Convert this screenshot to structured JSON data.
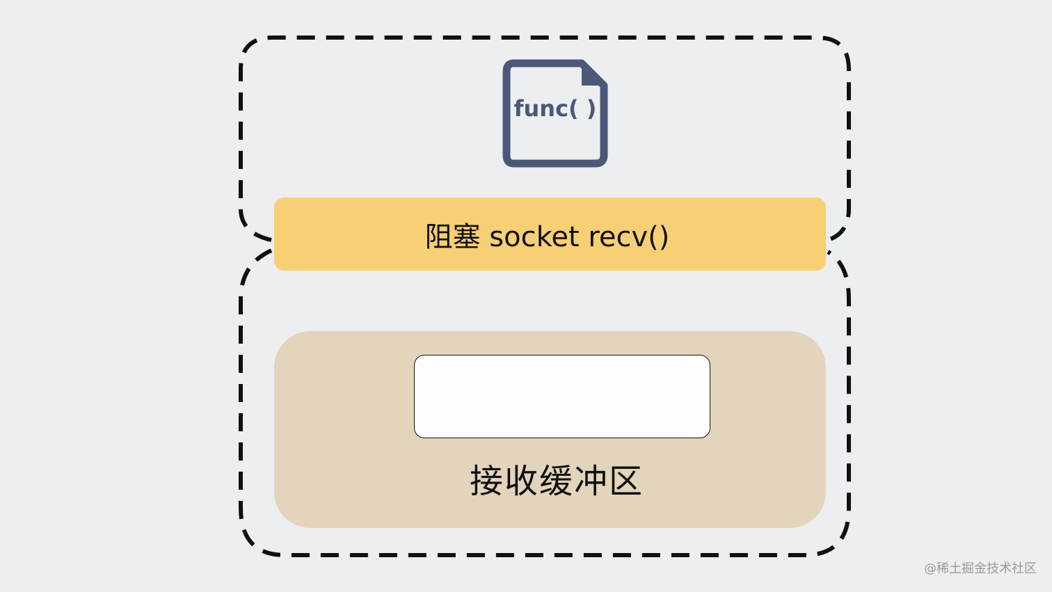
{
  "diagram": {
    "func_icon_label": "func( )",
    "blocking_call_label": "阻塞 socket recv()",
    "receive_buffer_label": "接收缓冲区",
    "watermark": "@稀土掘金技术社区"
  },
  "colors": {
    "background": "#eceeef",
    "icon_stroke": "#4b5878",
    "blocking_bar": "#f7cf74",
    "buffer_panel": "#e3d4bc",
    "buffer_slot": "#fdfdfd",
    "dashed_frame": "#111111"
  },
  "icons": {
    "function_file": "file-code-icon"
  }
}
